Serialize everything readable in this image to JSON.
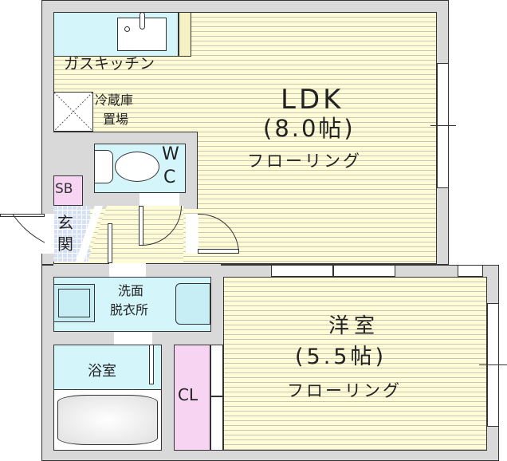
{
  "floorplan": {
    "rooms": {
      "ldk": {
        "name": "LDK",
        "size": "(8.0帖)",
        "floor": "フローリング"
      },
      "western": {
        "name": "洋室",
        "size": "(5.5帖)",
        "floor": "フローリング"
      },
      "kitchen": {
        "label": "ガスキッチン"
      },
      "fridge": {
        "line1": "冷蔵庫",
        "line2": "置場"
      },
      "wc": {
        "line1": "W",
        "line2": "C"
      },
      "shoebox": {
        "label": "SB"
      },
      "entrance": {
        "line1": "玄",
        "line2": "関"
      },
      "washroom": {
        "line1": "洗面",
        "line2": "脱衣所"
      },
      "bath": {
        "label": "浴室"
      },
      "closet": {
        "label": "CL"
      }
    },
    "colors": {
      "wall": "#d9d9d9",
      "floor": "#fefcd6",
      "wet_area": "#d4f6fb",
      "closet": "#f7d4f2",
      "entrance_tile": "#d6e0f5"
    }
  }
}
